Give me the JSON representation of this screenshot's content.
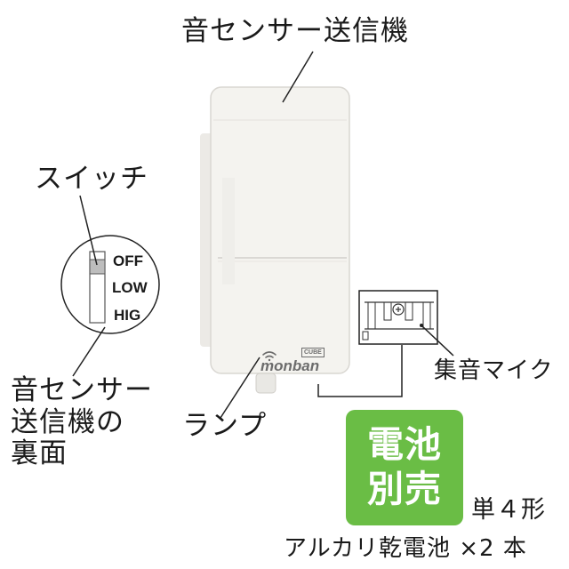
{
  "labels": {
    "device": "音センサー送信機",
    "switch": "スイッチ",
    "back_line1": "音センサー",
    "back_line2": "送信機の",
    "back_line3": "裏面",
    "lamp": "ランプ",
    "mic": "集音マイク"
  },
  "switch_positions": [
    "OFF",
    "LOW",
    "HIG"
  ],
  "product_logo": {
    "small": "CUBE",
    "brand": "monban"
  },
  "battery_badge": {
    "line1": "電池",
    "line2": "別売",
    "color": "#6abd45"
  },
  "battery_spec": {
    "size": "単４形",
    "type": "アルカリ乾電池 ×2 本"
  }
}
